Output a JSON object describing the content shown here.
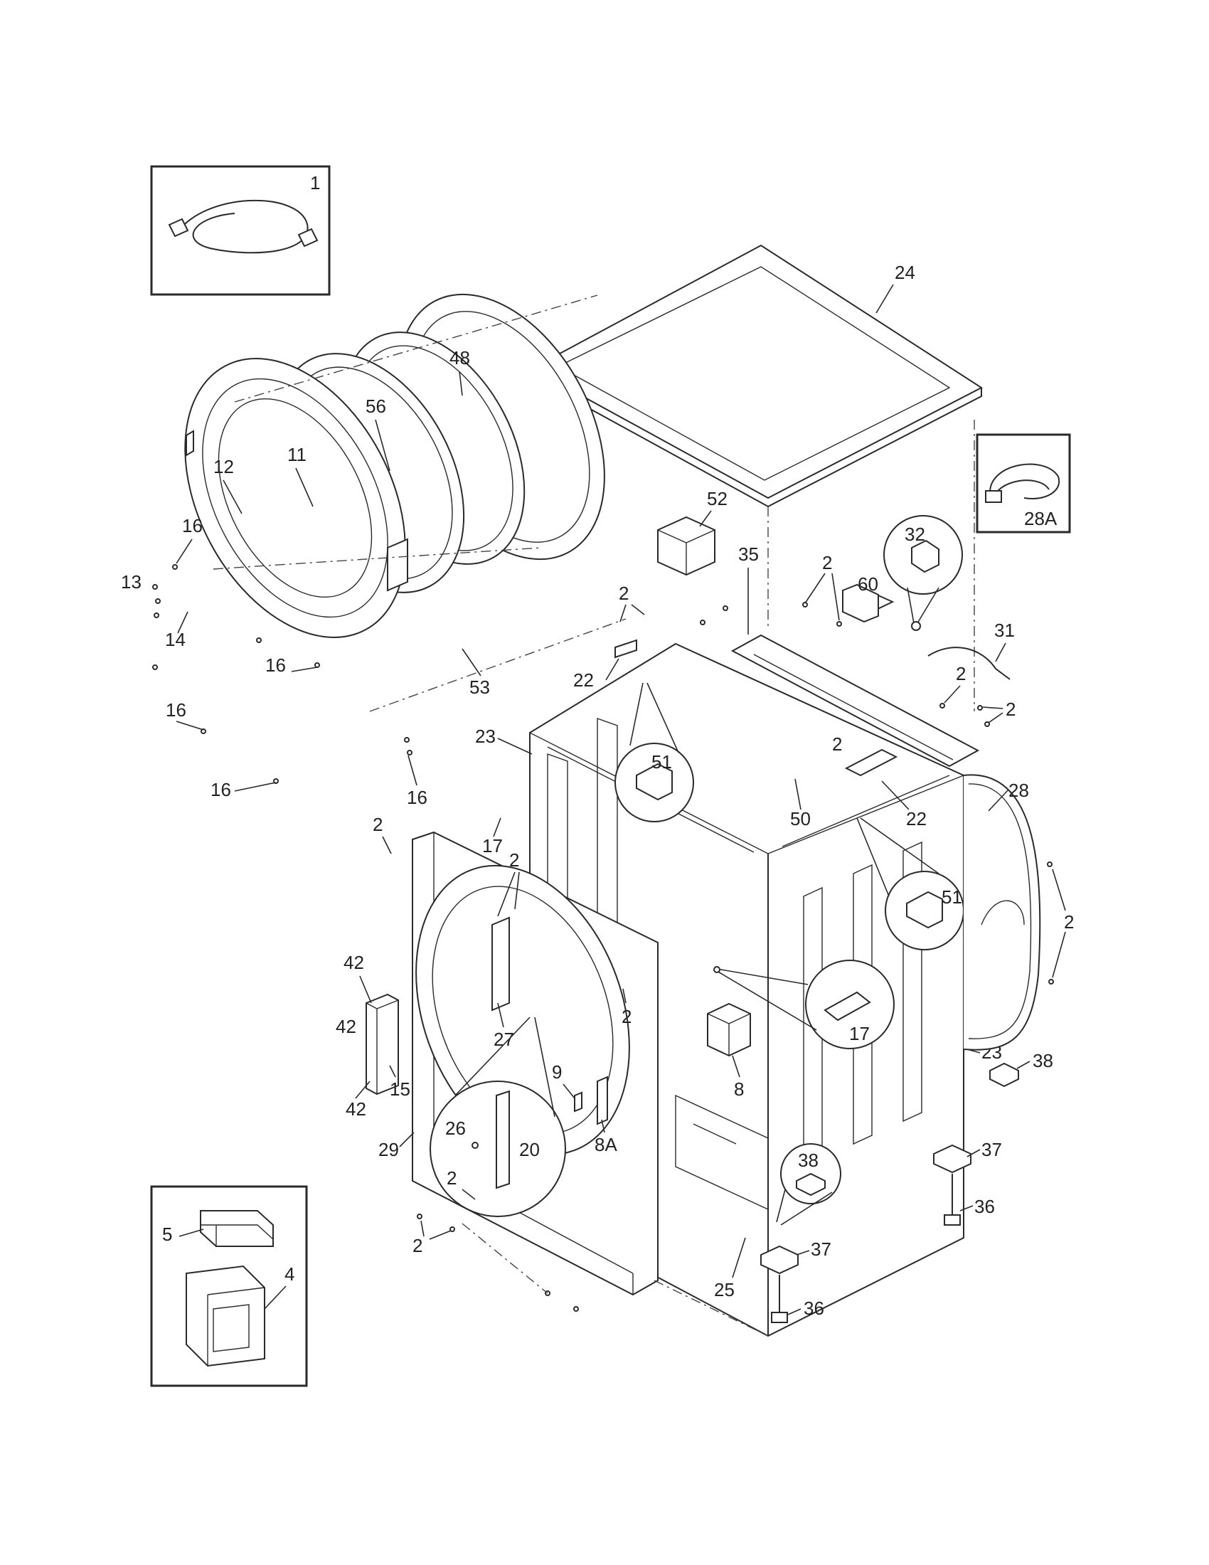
{
  "diagram": {
    "labels": {
      "l1": "1",
      "l24": "24",
      "l48": "48",
      "l56": "56",
      "l11": "11",
      "l12": "12",
      "l16a": "16",
      "l13": "13",
      "l14": "14",
      "l16b": "16",
      "l16c": "16",
      "l16d": "16",
      "l16e": "16",
      "l53": "53",
      "l52": "52",
      "l35": "35",
      "l2a": "2",
      "l60": "60",
      "l32": "32",
      "l28A": "28A",
      "l31": "31",
      "l2b": "2",
      "l2c": "2",
      "l22a": "22",
      "l23a": "23",
      "l51a": "51",
      "l2d": "2",
      "l50": "50",
      "l22b": "22",
      "l28": "28",
      "l2e": "2",
      "l17a": "17",
      "l2f": "2",
      "l51b": "51",
      "l2g": "2",
      "l42a": "42",
      "l42b": "42",
      "l42c": "42",
      "l27": "27",
      "l15": "15",
      "l2h": "2",
      "l9": "9",
      "l17b": "17",
      "l8": "8",
      "l8A": "8A",
      "l23b": "23",
      "l38a": "38",
      "l26": "26",
      "l20": "20",
      "l29": "29",
      "l2i": "2",
      "l38b": "38",
      "l37a": "37",
      "l36a": "36",
      "l5": "5",
      "l4": "4",
      "l2j": "2",
      "l25": "25",
      "l37b": "37",
      "l36b": "36",
      "l2k": "2"
    }
  }
}
